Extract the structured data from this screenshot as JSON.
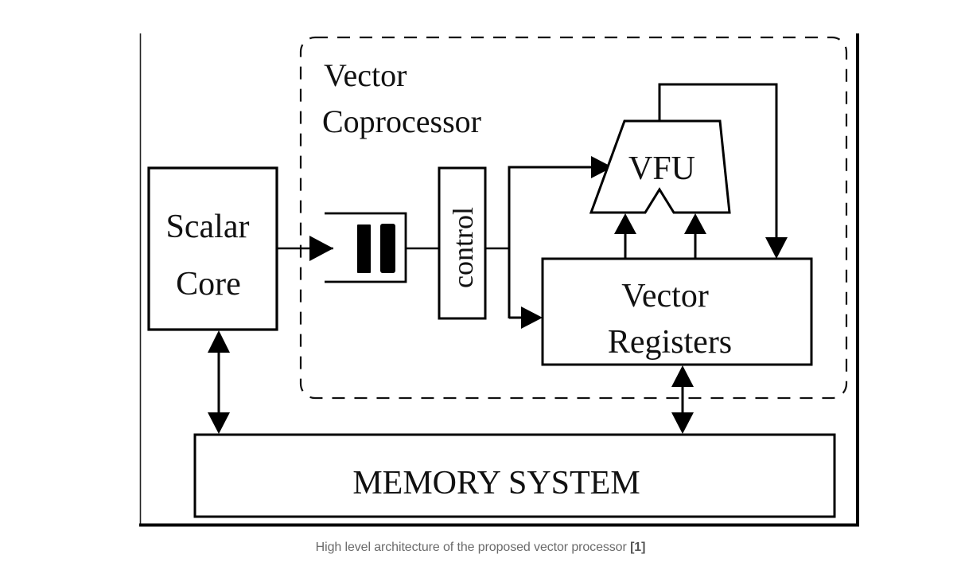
{
  "figure": {
    "title": "Vector Coprocessor architecture diagram",
    "coprocessor_label_line1": "Vector",
    "coprocessor_label_line2": "Coprocessor",
    "blocks": {
      "scalar_core": {
        "line1": "Scalar",
        "line2": "Core"
      },
      "instruction_queue": {
        "label": ""
      },
      "control": {
        "label": "control"
      },
      "vfu": {
        "label": "VFU"
      },
      "vector_registers": {
        "line1": "Vector",
        "line2": "Registers"
      },
      "memory_system": {
        "label": "MEMORY SYSTEM"
      }
    },
    "connections": [
      {
        "from": "Scalar Core",
        "to": "instruction queue",
        "direction": "one-way"
      },
      {
        "from": "instruction queue",
        "to": "control",
        "direction": "line"
      },
      {
        "from": "control",
        "to": "VFU",
        "direction": "one-way"
      },
      {
        "from": "control",
        "to": "Vector Registers",
        "direction": "one-way"
      },
      {
        "from": "Vector Registers",
        "to": "VFU",
        "direction": "one-way",
        "count": 2
      },
      {
        "from": "VFU",
        "to": "Vector Registers",
        "direction": "one-way (feedback)"
      },
      {
        "from": "Scalar Core",
        "to": "MEMORY SYSTEM",
        "direction": "bidirectional"
      },
      {
        "from": "Vector Registers",
        "to": "MEMORY SYSTEM",
        "direction": "bidirectional"
      }
    ]
  },
  "caption": {
    "text": "High level architecture of the proposed vector processor ",
    "reference": "[1]"
  }
}
